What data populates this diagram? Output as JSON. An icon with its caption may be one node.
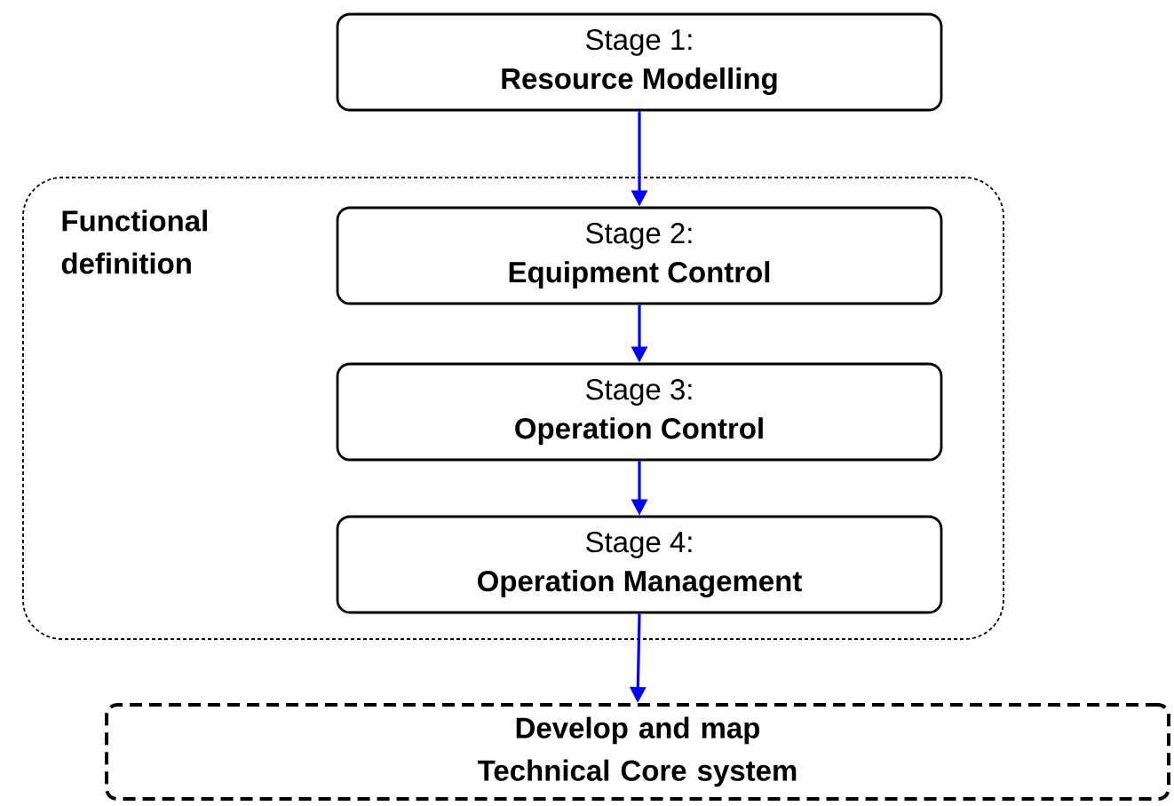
{
  "diagram": {
    "nodes": [
      {
        "text": [
          "Stage 1:",
          "Resource Modelling"
        ]
      },
      {
        "text": [
          "Functional definition"
        ]
      },
      {
        "text": [
          "Stage 2:",
          "Equipment  Control"
        ],
        "in": 1
      },
      {
        "text": [
          "Stage 3:",
          "Operation Control"
        ],
        "in": 1
      },
      {
        "text": [
          "Stage 4:",
          "Operation Management"
        ],
        "in": 1
      },
      {
        "text": [
          "Develop and map Technical Core system"
        ]
      }
    ],
    "edges": [
      {
        "from": 0,
        "to": 2,
        "arrow": "to"
      },
      {
        "from": 2,
        "to": 3,
        "arrow": "to"
      },
      {
        "from": 3,
        "to": 4,
        "arrow": "to"
      },
      {
        "from": 4,
        "to": 5,
        "arrow": "to"
      }
    ]
  }
}
